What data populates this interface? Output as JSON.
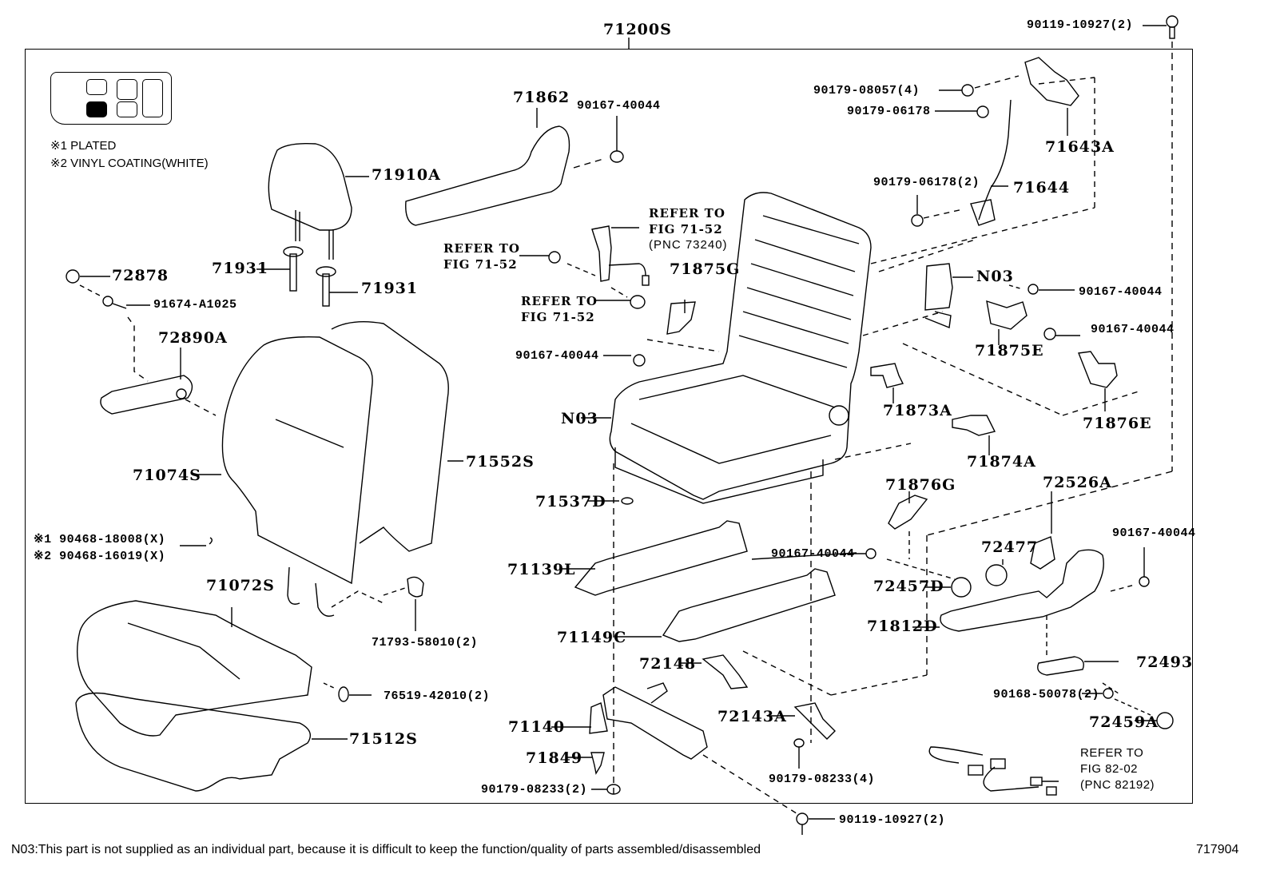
{
  "diagram": {
    "title_part": "71200S",
    "figure_number": "717904",
    "footnote": "N03:This part is not supplied as an individual part, because it is difficult to keep the function/quality of parts assembled/disassembled",
    "legend": {
      "notes": [
        "※1 PLATED",
        "※2 VINYL COATING(WHITE)"
      ],
      "icon": "seat-position-indicator-icon",
      "highlighted_position": "front-left"
    },
    "parts": {
      "p71862": "71862",
      "p90167_40044_a": "90167-40044",
      "p71910A": "71910A",
      "p71931_a": "71931",
      "p71931_b": "71931",
      "p72878": "72878",
      "p91674_A1025": "91674-A1025",
      "p72890A": "72890A",
      "p71074S": "71074S",
      "p71552S": "71552S",
      "p90468_18008": "※1 90468-18008(X)",
      "p90468_16019": "※2 90468-16019(X)",
      "p71072S": "71072S",
      "p71793_58010": "71793-58010(2)",
      "p76519_42010": "76519-42010(2)",
      "p71512S": "71512S",
      "p90119_10927_top": "90119-10927(2)",
      "p90179_08057": "90179-08057(4)",
      "p90179_06178": "90179-06178",
      "p71643A": "71643A",
      "p90179_06178_2": "90179-06178(2)",
      "p71644": "71644",
      "pN03_a": "N03",
      "p90167_40044_b": "90167-40044",
      "p90167_40044_c": "90167-40044",
      "p71875E": "71875E",
      "p71876E": "71876E",
      "p71873A": "71873A",
      "p71874A": "71874A",
      "p71875G": "71875G",
      "p90167_40044_d": "90167-40044",
      "pN03_b": "N03",
      "p71537D": "71537D",
      "p71139L": "71139L",
      "p90167_40044_e": "90167-40044",
      "p71149C": "71149C",
      "p72148": "72148",
      "p71140": "71140",
      "p71849": "71849",
      "p90179_08233_2": "90179-08233(2)",
      "p72143A": "72143A",
      "p90179_08233_4": "90179-08233(4)",
      "p90119_10927_bottom": "90119-10927(2)",
      "p71876G": "71876G",
      "p72526A": "72526A",
      "p72477": "72477",
      "p72457D": "72457D",
      "p90167_40044_f": "90167-40044",
      "p71812D": "71812D",
      "p72493": "72493",
      "p90168_50078": "90168-50078(2)",
      "p72459A": "72459A"
    },
    "references": {
      "seatbelt_buckle": [
        "REFER TO",
        "FIG 71-52",
        "(PNC 73240)"
      ],
      "anchor_upper": [
        "REFER TO",
        "FIG 71-52"
      ],
      "anchor_lower": [
        "REFER TO",
        "FIG 71-52"
      ],
      "wire_harness": [
        "REFER TO",
        "FIG 82-02",
        "(PNC 82192)"
      ]
    }
  }
}
